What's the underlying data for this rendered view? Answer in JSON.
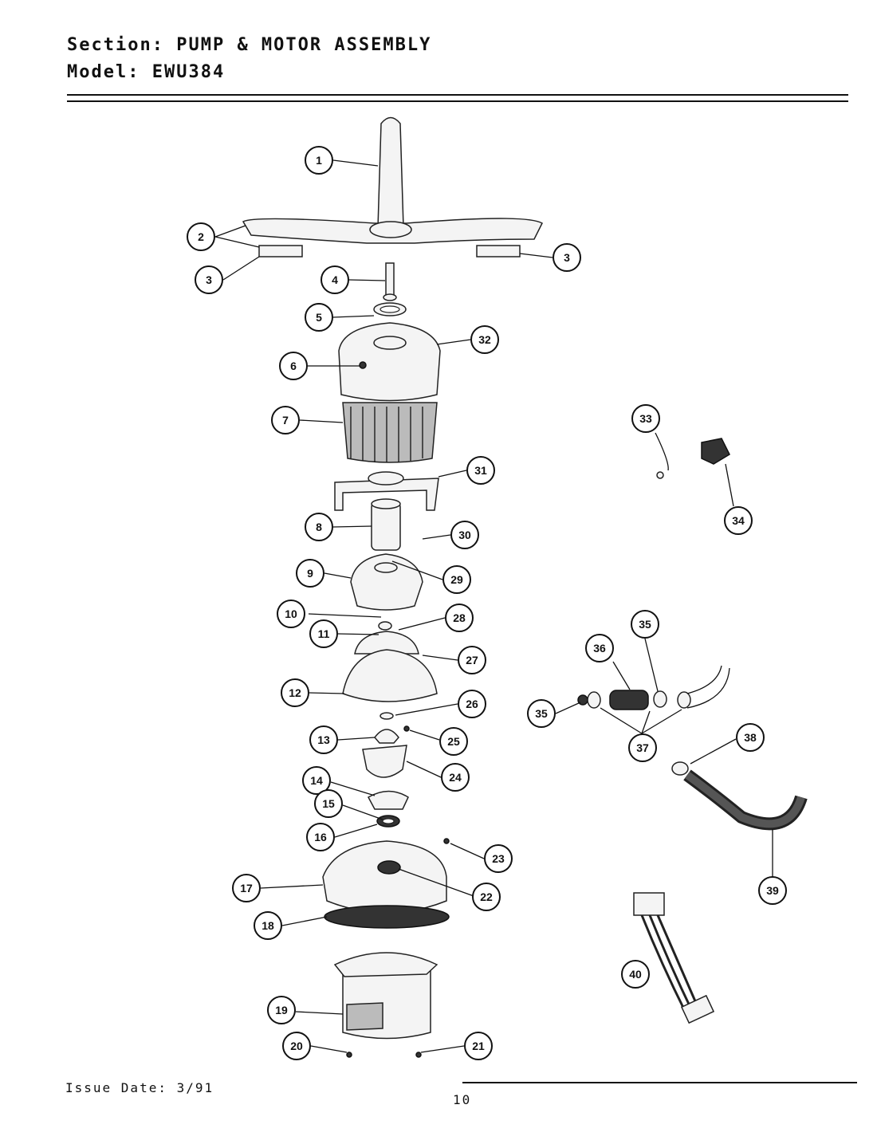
{
  "header": {
    "section_label": "Section:",
    "section_value": "PUMP & MOTOR ASSEMBLY",
    "model_label": "Model:",
    "model_value": "EWU384"
  },
  "footer": {
    "issue_date": "Issue Date: 3/91",
    "page_number": "10"
  },
  "callouts": [
    "1",
    "2",
    "3",
    "3",
    "4",
    "5",
    "32",
    "6",
    "7",
    "33",
    "31",
    "8",
    "30",
    "34",
    "9",
    "29",
    "10",
    "28",
    "11",
    "27",
    "12",
    "26",
    "35",
    "36",
    "35",
    "37",
    "13",
    "25",
    "38",
    "24",
    "14",
    "15",
    "16",
    "23",
    "39",
    "17",
    "22",
    "18",
    "40",
    "19",
    "20",
    "21"
  ]
}
